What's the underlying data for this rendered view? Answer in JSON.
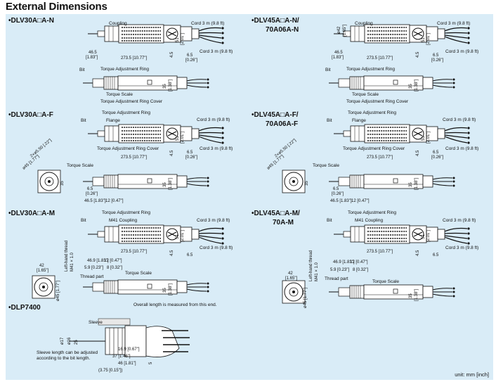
{
  "title": "External Dimensions",
  "unit_note": "unit: mm [inch]",
  "models": {
    "n30": "•DLV30A□A-N",
    "n45a": "•DLV45A□A-N/",
    "n45b": "70A06A-N",
    "f30": "•DLV30A□A-F",
    "f45a": "•DLV45A□A-F/",
    "f45b": "70A06A-F",
    "m30": "•DLV30A□A-M",
    "m45a": "•DLV45A□A-M/",
    "m45b": "70A-M",
    "dlp": "•DLP7400"
  },
  "labels": {
    "coupling": "Coupling",
    "cord": "Cord 3 m (9.8 ft)",
    "bit": "Bit",
    "tar": "Torque Adjustment Ring",
    "torque_scale": "Torque Scale",
    "tarc": "Torque Adjustment Ring Cover",
    "flange": "Flange",
    "m41_coupling": "M41 Coupling",
    "thread_part": "Thread part",
    "left_hand_thread": "Left-hand thread",
    "m41": "M41 × 1.0",
    "sleeve": "Sleeve",
    "overall_note": "Overall length is measured from this end.",
    "sleeve_note": "Sleeve length can be adjusted according to the bit length."
  },
  "dims": {
    "d46_5": "46.5",
    "d46_5i": "[1.83\"]",
    "d273_5": "273.5 [10.77\"]",
    "d6_5": "6.5",
    "d6_5i": "[0.26\"]",
    "d4_5": "4.5",
    "d4_5i": "[0.18\"]",
    "d51": "51",
    "d51i": "[2.01\"]",
    "d42": "ø42",
    "d42i": "[1.65\"]",
    "d35": "35",
    "d35i": "[1.38\"]",
    "d2x50": "2×ø5.50 [.22\"]",
    "d45": "ø45 [1.77\"]",
    "d12": "12 [0.47\"]",
    "d46_5f": "46.5 [1.83\"]",
    "d12_3": "12 [0.47\"]",
    "d8": "8 [0.32\"]",
    "d46_m": "46.9 [1.83\"]",
    "d5_9": "5.9 [0.23\"]",
    "d42m": "42",
    "d42mi": "[1.65\"]",
    "d45m": "ø45 [1.77\"]",
    "d16_9": "16.9 [0.67\"]",
    "d37": "37 [1.46\"]",
    "d46": "46 [1.81\"]",
    "d3_75": "(3.75 [0.15\"])",
    "d17": "ø17",
    "d17b": "ø16",
    "d25": "25",
    "d5": "5"
  }
}
